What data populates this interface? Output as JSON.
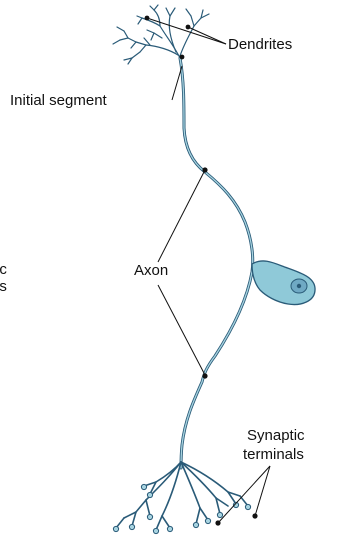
{
  "labels": {
    "dendrites": "Dendrites",
    "initial_segment": "Initial segment",
    "axon": "Axon",
    "synaptic_terminals_line1": "Synaptic",
    "synaptic_terminals_line2": "terminals",
    "left_clipped_line1": "ic",
    "left_clipped_line2": "ls"
  },
  "colors": {
    "neuron_fill": "#8fc9d8",
    "neuron_stroke": "#2a5b78",
    "nucleus": "#6fa9c4",
    "leader_line": "#111111",
    "text": "#111111"
  }
}
